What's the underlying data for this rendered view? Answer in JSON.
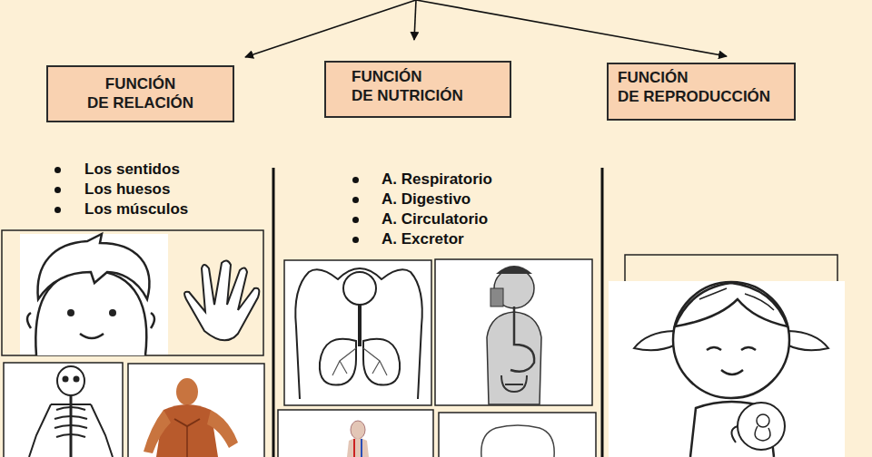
{
  "diagram": {
    "nodes": [
      {
        "text": [
          "FUNCIÓN DE RELACIÓN"
        ]
      },
      {
        "text": [
          "FUNCIÓN DE NUTRICIÓN"
        ]
      },
      {
        "text": [
          "FUNCIÓN DE REPRODUCCIÓN"
        ]
      }
    ],
    "labels": [
      "Los sentidos",
      "Los huesos",
      "Los músculos",
      "A. Respiratorio",
      "A. Digestivo",
      "A. Circulatorio",
      "A. Excretor"
    ]
  }
}
